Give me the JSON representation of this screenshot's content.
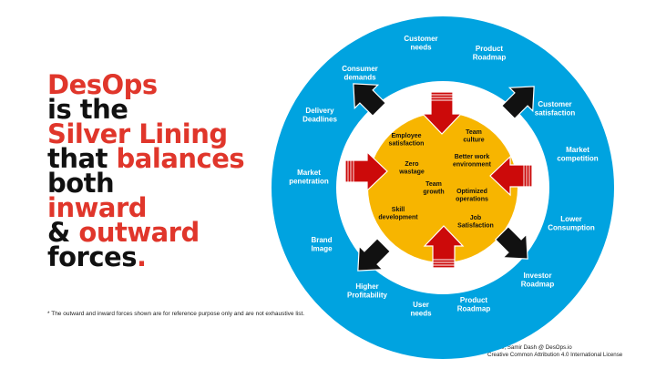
{
  "headline": {
    "line1": "DesOps",
    "line2": "is the",
    "line3": "Silver Lining",
    "line4a": "that ",
    "line4b": "balances",
    "line5": "both",
    "line6": "inward",
    "line7a": "& ",
    "line7b": "outward",
    "line8a": "forces",
    "line8b": "."
  },
  "outer_forces": [
    [
      "Customer",
      "needs"
    ],
    [
      "Product",
      "Roadmap"
    ],
    [
      "Customer",
      "satisfaction"
    ],
    [
      "Market",
      "competition"
    ],
    [
      "Lower",
      "Consumption"
    ],
    [
      "Investor",
      "Roadmap"
    ],
    [
      "Product",
      "Roadmap"
    ],
    [
      "User",
      "needs"
    ],
    [
      "Higher",
      "Profitability"
    ],
    [
      "Brand",
      "Image"
    ],
    [
      "Market",
      "penetration"
    ],
    [
      "Delivery",
      "Deadlines"
    ],
    [
      "Consumer",
      "demands"
    ]
  ],
  "inner_forces": [
    [
      "Employee",
      "satisfaction"
    ],
    [
      "Team",
      "culture"
    ],
    [
      "Better work",
      "environment"
    ],
    [
      "Zero",
      "wastage"
    ],
    [
      "Team",
      "growth"
    ],
    [
      "Optimized",
      "operations"
    ],
    [
      "Skill",
      "development"
    ],
    [
      "Job",
      "Satisfaction"
    ]
  ],
  "footnote": "* The outward and inward forces shown are for reference purpose only and are not exhaustive list.",
  "copyright": {
    "line1": "©2020, Samir Dash @ DesOps.io",
    "line2": "Creative Common Attribution 4.0 International License"
  },
  "colors": {
    "outer_ring": "#00a3e0",
    "inner_circle": "#f7b500",
    "inward_arrow": "#cc0a0a",
    "outward_arrow": "#111111",
    "headline_red": "#e0362b"
  }
}
